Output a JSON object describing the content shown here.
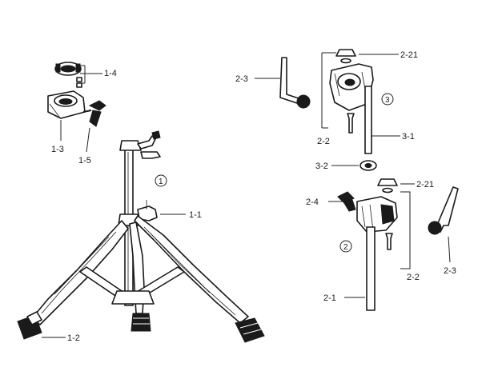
{
  "labels": {
    "part_1_4": "1-4",
    "part_1_3": "1-3",
    "part_1_5": "1-5",
    "part_1_1": "1-1",
    "part_1_2": "1-2",
    "part_2_3_top": "2-3",
    "part_2_21_top": "2-21",
    "part_2_2_top": "2-2",
    "part_3_1": "3-1",
    "part_3_2": "3-2",
    "part_2_21_bottom": "2-21",
    "part_2_4": "2-4",
    "part_2_2_bottom": "2-2",
    "part_2_3_bottom": "2-3",
    "part_2_1": "2-1"
  },
  "assembly_numbers": {
    "assembly_1": "1",
    "assembly_2": "2",
    "assembly_3": "3"
  }
}
